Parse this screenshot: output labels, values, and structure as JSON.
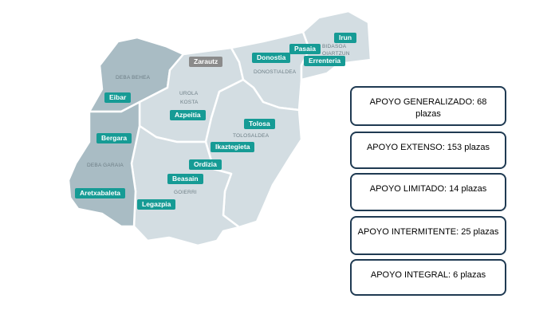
{
  "map": {
    "regions": [
      {
        "name": "DEBA BEHEA",
        "shade": "dark"
      },
      {
        "name": "UROLA KOSTA",
        "shade": "light"
      },
      {
        "name": "DONOSTIALDEA",
        "shade": "light"
      },
      {
        "name": "BIDASOA OIARTZUN",
        "shade": "light"
      },
      {
        "name": "TOLOSALDEA",
        "shade": "light"
      },
      {
        "name": "GOIERRI",
        "shade": "light"
      },
      {
        "name": "DEBA GARAIA",
        "shade": "dark"
      }
    ],
    "region_labels": {
      "deba_behea": "DEBA BEHEA",
      "urola_1": "UROLA",
      "urola_2": "KOSTA",
      "donostialdea": "DONOSTIALDEA",
      "bidasoa_1": "BIDASOA",
      "bidasoa_2": "OIARTZUN",
      "tolosaldea": "TOLOSALDEA",
      "goierri": "GOIERRI",
      "deba_garaia": "DEBA GARAIA"
    },
    "towns": {
      "zarautz": "Zarautz",
      "donostia": "Donostia",
      "pasaia": "Pasaia",
      "irun": "Irun",
      "errenteria": "Errenteria",
      "eibar": "Eibar",
      "azpeitia": "Azpeitia",
      "tolosa": "Tolosa",
      "ikaztegieta": "Ikaztegieta",
      "bergara": "Bergara",
      "ordizia": "Ordizia",
      "beasain": "Beasain",
      "aretxabaleta": "Aretxabaleta",
      "legazpia": "Legazpia"
    },
    "colors": {
      "town_marker": "#169b95",
      "town_marker_highlight": "#8b8b8b",
      "region_light": "#d3dde2",
      "region_dark": "#a9bcc4"
    }
  },
  "support_boxes": {
    "generalizado": "APOYO GENERALIZADO: 68 plazas",
    "extenso": "APOYO EXTENSO: 153 plazas",
    "limitado": "APOYO LIMITADO: 14 plazas",
    "intermitente": "APOYO INTERMITENTE: 25 plazas",
    "integral": "APOYO INTEGRAL: 6 plazas"
  }
}
